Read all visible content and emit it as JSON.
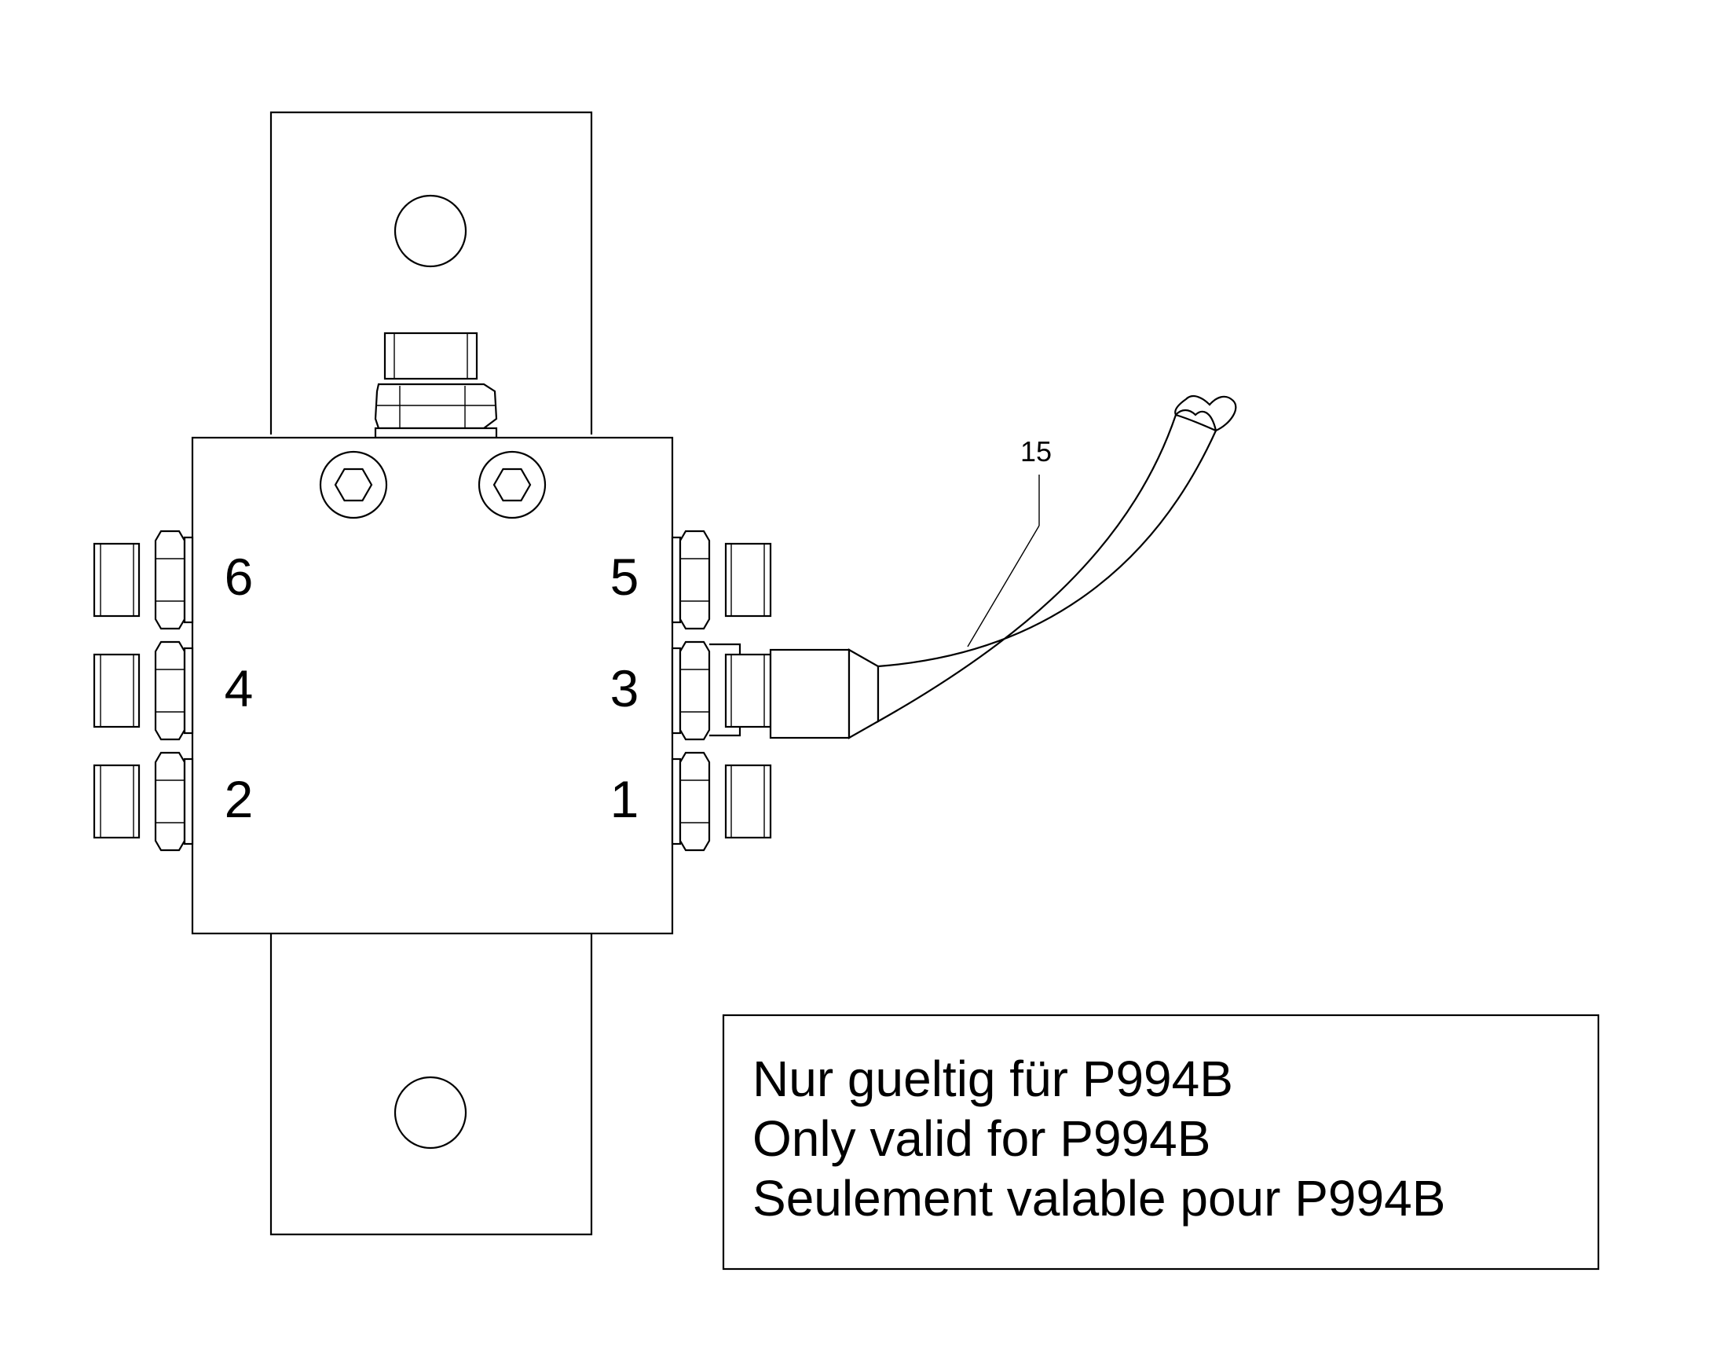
{
  "ports": {
    "left": [
      "6",
      "4",
      "2"
    ],
    "right": [
      "5",
      "3",
      "1"
    ]
  },
  "callout": {
    "label": "15"
  },
  "note": {
    "lines": [
      "Nur gueltig für P994B",
      "Only valid for P994B",
      "Seulement valable pour P994B"
    ]
  }
}
